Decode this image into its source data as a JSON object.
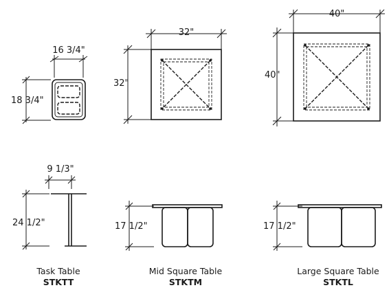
{
  "tables": [
    {
      "name": "Task Table",
      "code": "STKTT",
      "plan_width_label": "16 3/4\"",
      "plan_depth_label": "18 3/4\"",
      "elev_depth_label": "9 1/3\"",
      "elev_height_label": "24 1/2\""
    },
    {
      "name": "Mid Square Table",
      "code": "STKTM",
      "plan_width_label": "32\"",
      "plan_depth_label": "32\"",
      "elev_height_label": "17 1/2\""
    },
    {
      "name": "Large Square Table",
      "code": "STKTL",
      "plan_width_label": "40\"",
      "plan_depth_label": "40\"",
      "elev_height_label": "17 1/2\""
    }
  ]
}
